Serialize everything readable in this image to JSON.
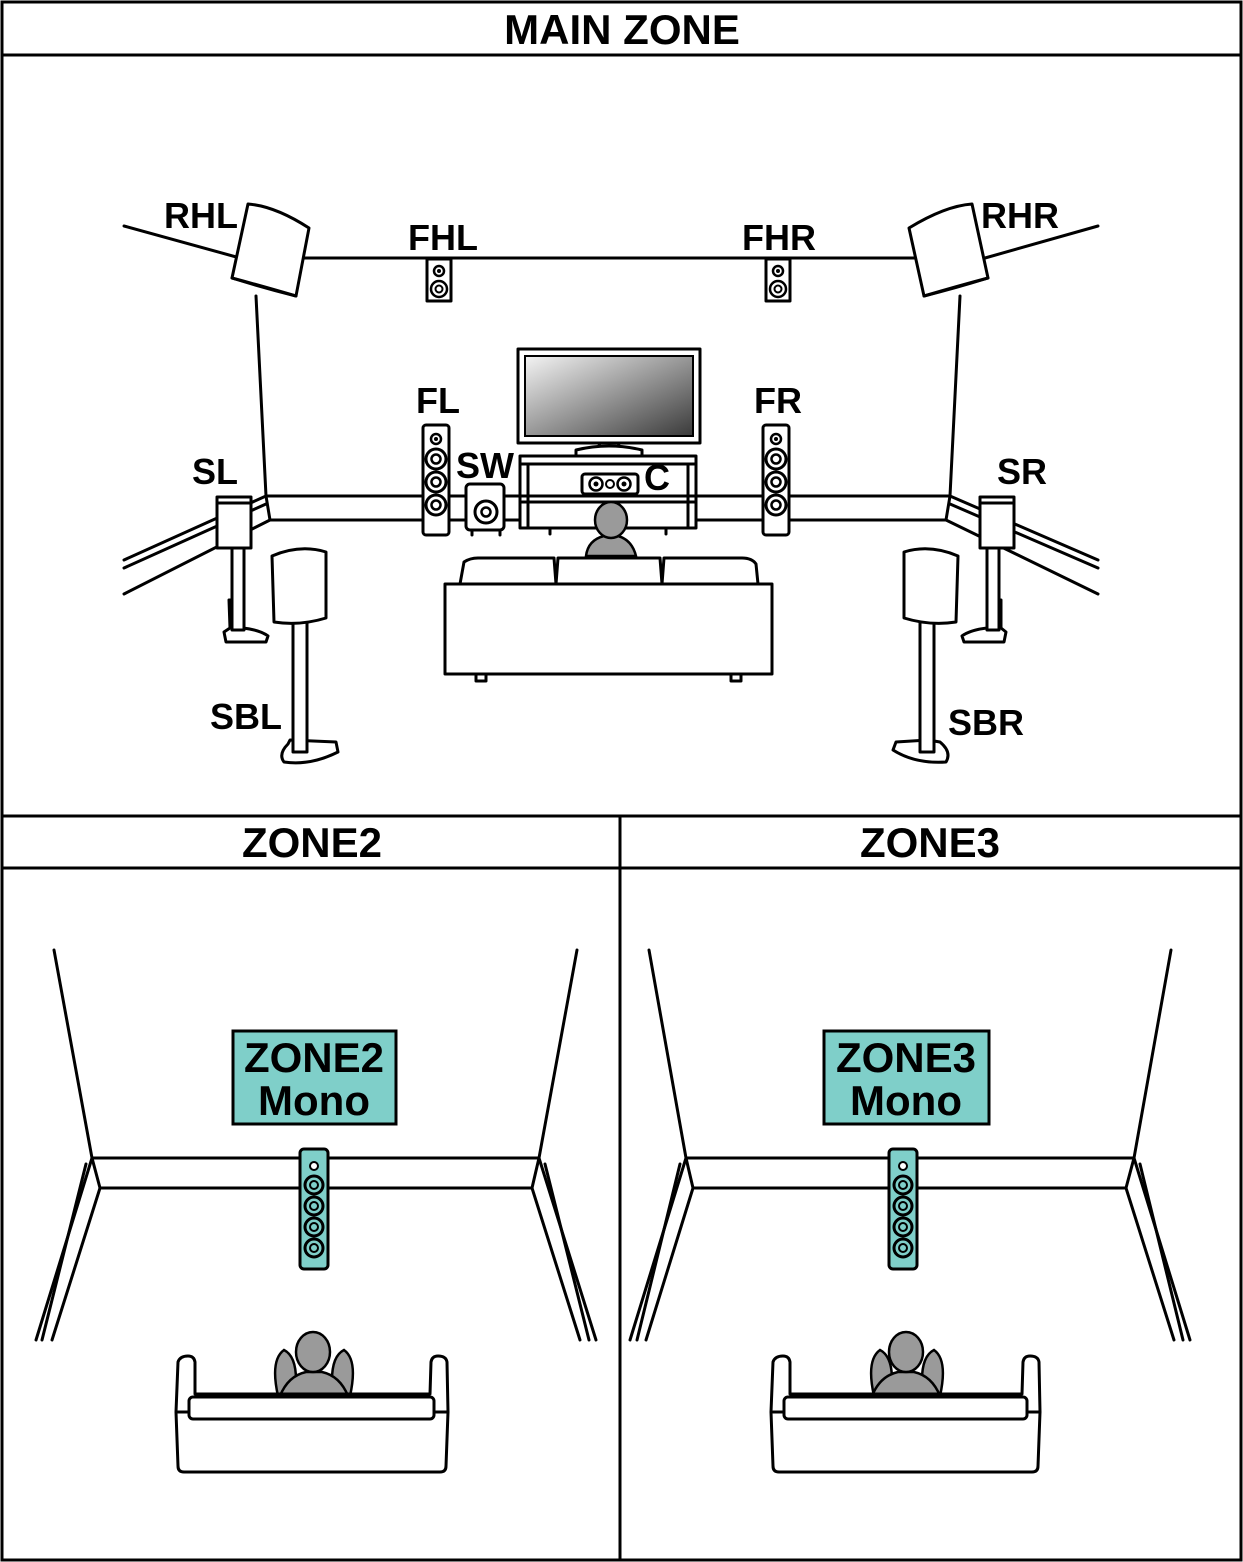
{
  "main_zone": {
    "title": "MAIN ZONE",
    "speakers": {
      "rhl": "RHL",
      "fhl": "FHL",
      "fhr": "FHR",
      "rhr": "RHR",
      "fl": "FL",
      "fr": "FR",
      "sw": "SW",
      "c": "C",
      "sl": "SL",
      "sr": "SR",
      "sbl": "SBL",
      "sbr": "SBR"
    }
  },
  "zone2": {
    "title": "ZONE2",
    "box_line1": "ZONE2",
    "box_line2": "Mono"
  },
  "zone3": {
    "title": "ZONE3",
    "box_line1": "ZONE3",
    "box_line2": "Mono"
  },
  "colors": {
    "zone_box": "#7fcfc9",
    "person": "#9a9a9a",
    "line": "#000000"
  }
}
